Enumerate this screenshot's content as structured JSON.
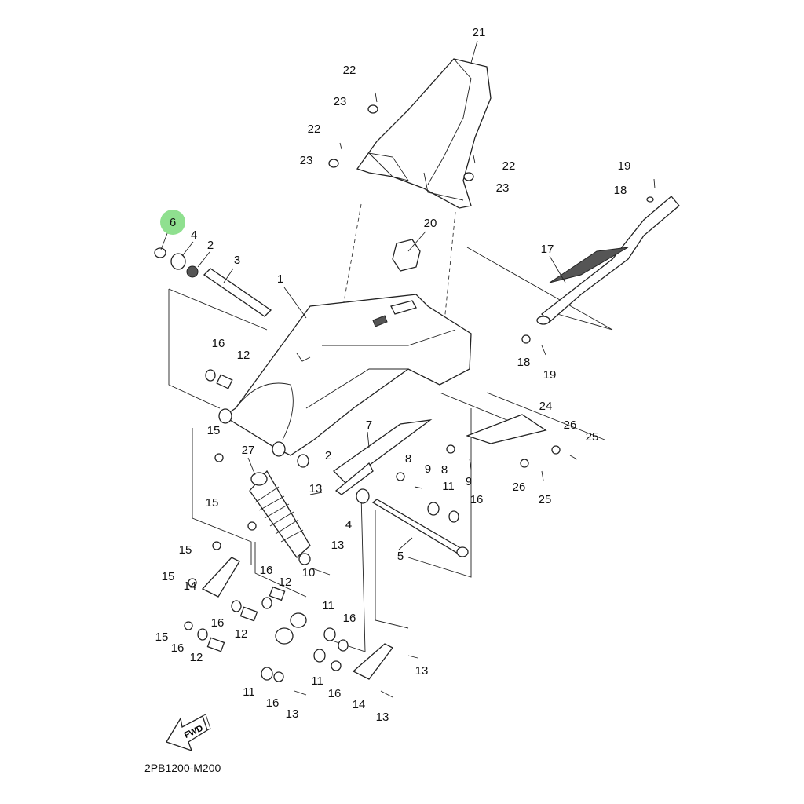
{
  "diagram": {
    "drawing_code": "2PB1200-M200",
    "fwd_label": "FWD",
    "highlighted_callout": "6",
    "highlight_color": "#8fe08f",
    "callouts": [
      "21",
      "22",
      "23",
      "22",
      "23",
      "22",
      "23",
      "19",
      "18",
      "6",
      "4",
      "2",
      "3",
      "1",
      "20",
      "17",
      "16",
      "12",
      "18",
      "19",
      "24",
      "26",
      "25",
      "15",
      "27",
      "7",
      "2",
      "8",
      "9",
      "8",
      "9",
      "26",
      "25",
      "13",
      "11",
      "16",
      "15",
      "4",
      "5",
      "15",
      "13",
      "16",
      "12",
      "10",
      "15",
      "14",
      "11",
      "16",
      "16",
      "12",
      "15",
      "16",
      "12",
      "11",
      "13",
      "11",
      "16",
      "16",
      "14",
      "13",
      "13"
    ]
  }
}
